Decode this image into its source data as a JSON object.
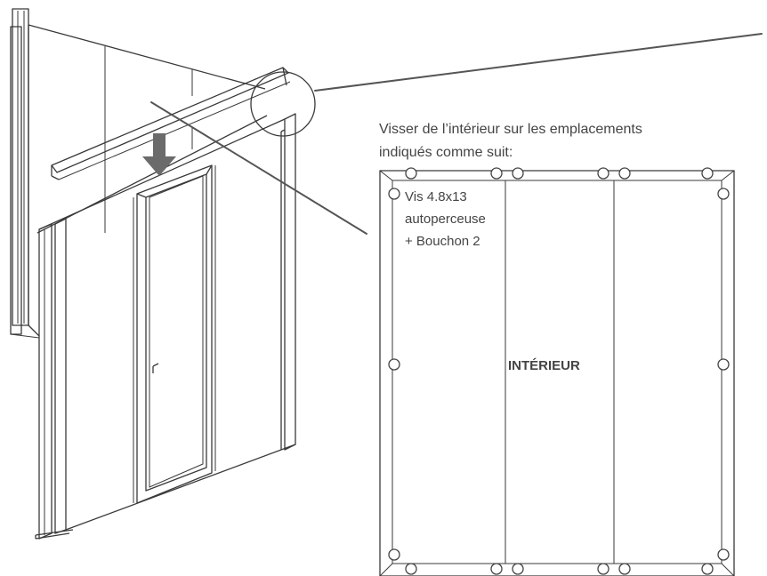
{
  "instruction": {
    "line1": "Visser de l’intérieur sur les emplacements",
    "line2": "indiqués comme suit:"
  },
  "screw_callout": {
    "line1": "Vis 4.8x13",
    "line2": "autoperceuse",
    "line3": "+ Bouchon 2"
  },
  "zone_label": "INTÉRIEUR",
  "handle_glyph": "r",
  "colors": {
    "ink": "#3a3a3a",
    "arrow": "#6b6b6b",
    "text": "#444444",
    "background": "#ffffff"
  },
  "icons": {
    "install_arrow": "down-arrow-icon",
    "screw_point": "circle-icon",
    "detail_zoom": "magnifier-circle-icon"
  }
}
